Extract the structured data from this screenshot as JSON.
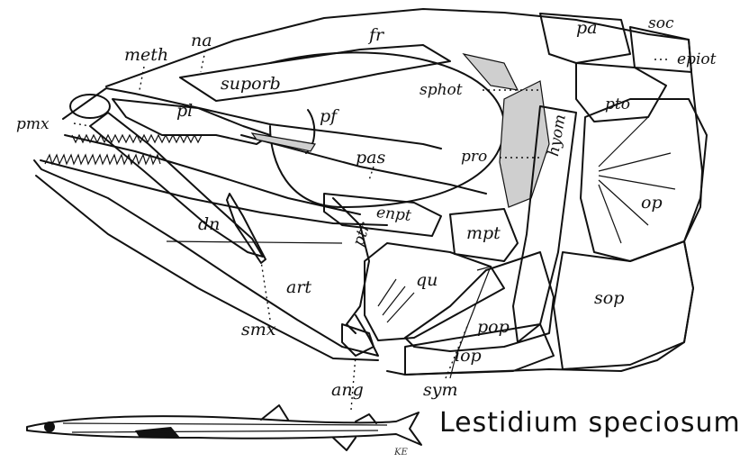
{
  "figure": {
    "caption": "Lestidium speciosum",
    "signature": "KE",
    "labels": {
      "meth": "meth",
      "na": "na",
      "fr": "fr",
      "pa": "pa",
      "soc": "soc",
      "epiot": "epiot",
      "suporb": "suporb",
      "sphot": "sphot",
      "pto": "pto",
      "pf": "pf",
      "pl": "pl",
      "pmx": "pmx",
      "pas": "pas",
      "pro": "pro",
      "hyom": "hyom",
      "op": "op",
      "enpt": "enpt",
      "mpt": "mpt",
      "dn": "dn",
      "ptr": "ptr",
      "art": "art",
      "qu": "qu",
      "sop": "sop",
      "pop": "pop",
      "smx": "smx",
      "iop": "iop",
      "ang": "ang",
      "sym": "sym"
    }
  }
}
